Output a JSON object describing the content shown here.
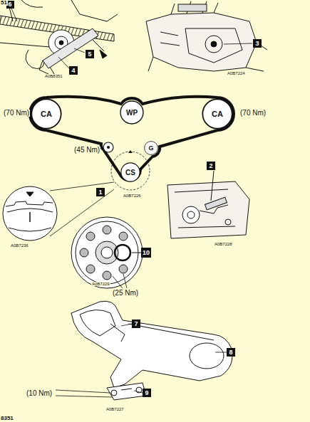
{
  "diagram": {
    "nodes": [
      {
        "text": [
          "6"
        ]
      },
      {
        "text": [
          "5"
        ]
      },
      {
        "text": [
          "4"
        ]
      },
      {
        "text": [
          "3"
        ]
      },
      {
        "text": [
          "CA"
        ]
      },
      {
        "text": [
          "WP"
        ]
      },
      {
        "text": [
          "CA"
        ]
      },
      {
        "text": [
          "G"
        ]
      },
      {
        "text": [
          "CS"
        ]
      },
      {
        "text": [
          "1"
        ]
      },
      {
        "text": [
          "2"
        ]
      },
      {
        "text": [
          "10"
        ]
      },
      {
        "text": [
          "7"
        ]
      },
      {
        "text": [
          "8"
        ]
      },
      {
        "text": [
          "9"
        ]
      }
    ],
    "labels": [
      "51",
      "A0B8351",
      "A0B7224",
      "(70 Nm)",
      "(70 Nm)",
      "(45 Nm)",
      "A0B7226",
      "A0B7236",
      "A0B7228",
      "A0B7229",
      "(25 Nm)",
      "A0B7227",
      "(10 Nm)",
      "8351"
    ]
  }
}
